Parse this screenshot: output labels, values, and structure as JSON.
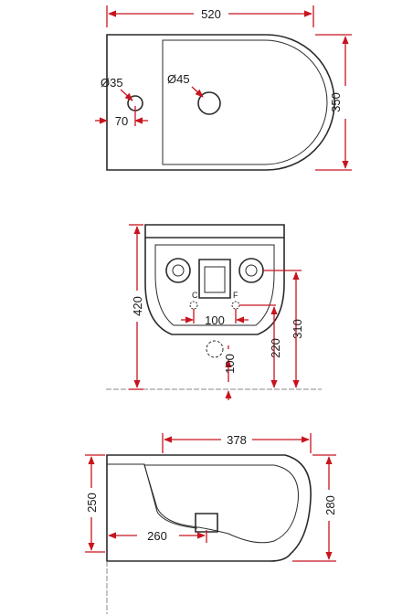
{
  "colors": {
    "dimension": "#c8141e",
    "outline": "#2a2a2a",
    "text": "#1a1a1a"
  },
  "top_view": {
    "width": "520",
    "depth": "350",
    "hole_small_label": "Ø35",
    "hole_large_label": "Ø45",
    "hole_offset": "70"
  },
  "front_view": {
    "height": "420",
    "connection_spacing": "100",
    "cold_label": "C",
    "hot_label": "F",
    "connection_height": "220",
    "inlet_height": "310",
    "drain_height": "100"
  },
  "side_view": {
    "bowl_width": "378",
    "back_height": "250",
    "front_height": "280",
    "drain_offset": "260"
  }
}
